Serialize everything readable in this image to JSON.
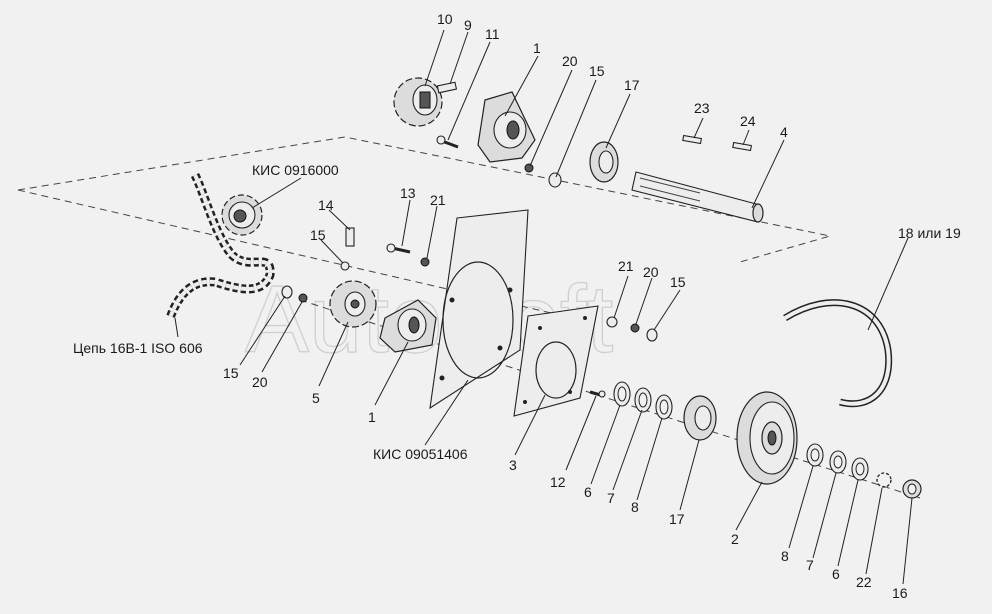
{
  "watermark": "AutoSoft",
  "labels": {
    "l10": "10",
    "l9": "9",
    "l11": "11",
    "l1a": "1",
    "l20a": "20",
    "l15a": "15",
    "l17a": "17",
    "l23": "23",
    "l24": "24",
    "l4": "4",
    "kis1": "КИС 0916000",
    "l14": "14",
    "l13": "13",
    "l21a": "21",
    "l15b": "15",
    "chain": "Цепь 16B-1 ISO 606",
    "l15c": "15",
    "l20b": "20",
    "l5": "5",
    "l1b": "1",
    "kis2": "КИС 09051406",
    "l21b": "21",
    "l20c": "20",
    "l15d": "15",
    "l18or19": "18 или 19",
    "l3": "3",
    "l12": "12",
    "l6a": "6",
    "l7a": "7",
    "l8a": "8",
    "l17b": "17",
    "l2": "2",
    "l8b": "8",
    "l7b": "7",
    "l6b": "6",
    "l22": "22",
    "l16": "16"
  }
}
